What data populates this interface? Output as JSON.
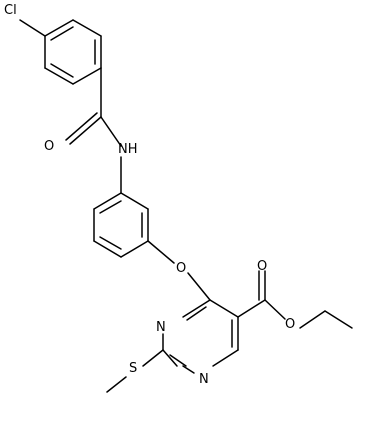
{
  "molecule": {
    "atoms": {
      "cl": "Cl",
      "amide_o": "O",
      "nh": "NH",
      "ether_o": "O",
      "ester_carbonyl_o": "O",
      "ester_o": "O",
      "n_upper": "N",
      "n_lower": "N",
      "s": "S"
    }
  }
}
